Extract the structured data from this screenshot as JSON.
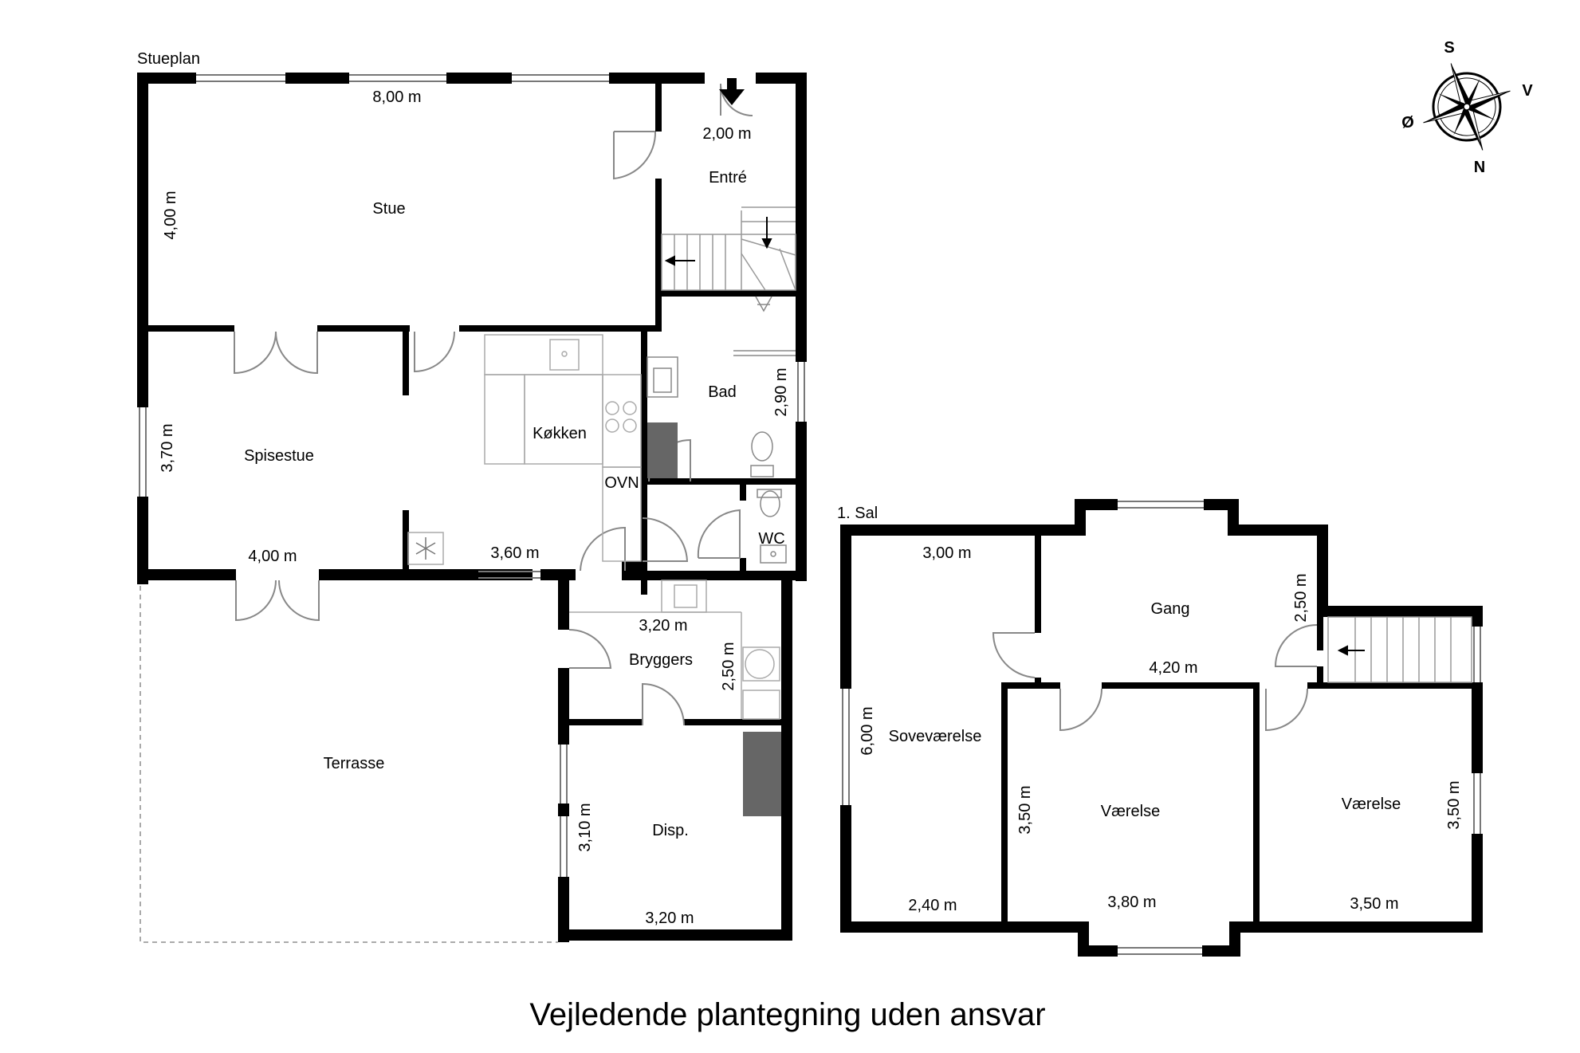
{
  "footer": "Vejledende plantegning uden ansvar",
  "compass": {
    "n": "N",
    "s": "S",
    "e": "Ø",
    "w": "V"
  },
  "ground": {
    "title": "Stueplan",
    "rooms": {
      "stue": "Stue",
      "entre": "Entré",
      "bad": "Bad",
      "spisestue": "Spisestue",
      "koekken": "Køkken",
      "wc": "WC",
      "bryggers": "Bryggers",
      "disp": "Disp.",
      "terrasse": "Terrasse"
    },
    "appliances": {
      "oven": "OVN"
    },
    "dims": {
      "stue_w": "8,00 m",
      "stue_h": "4,00 m",
      "entre_w": "2,00 m",
      "bad_h": "2,90 m",
      "spise_h": "3,70 m",
      "spise_w": "4,00 m",
      "koek_w": "3,60 m",
      "bryg_w": "3,20 m",
      "bryg_h": "2,50 m",
      "disp_h": "3,10 m",
      "disp_w": "3,20 m"
    }
  },
  "first": {
    "title": "1. Sal",
    "rooms": {
      "gang": "Gang",
      "sove": "Soveværelse",
      "vaer1": "Værelse",
      "vaer2": "Værelse"
    },
    "dims": {
      "sove_w": "3,00 m",
      "sove_h": "6,00 m",
      "sove_b": "2,40 m",
      "gang_w": "4,20 m",
      "gang_h": "2,50 m",
      "v1_h": "3,50 m",
      "v1_w": "3,80 m",
      "v2_w": "3,50 m",
      "v2_h": "3,50 m"
    }
  }
}
